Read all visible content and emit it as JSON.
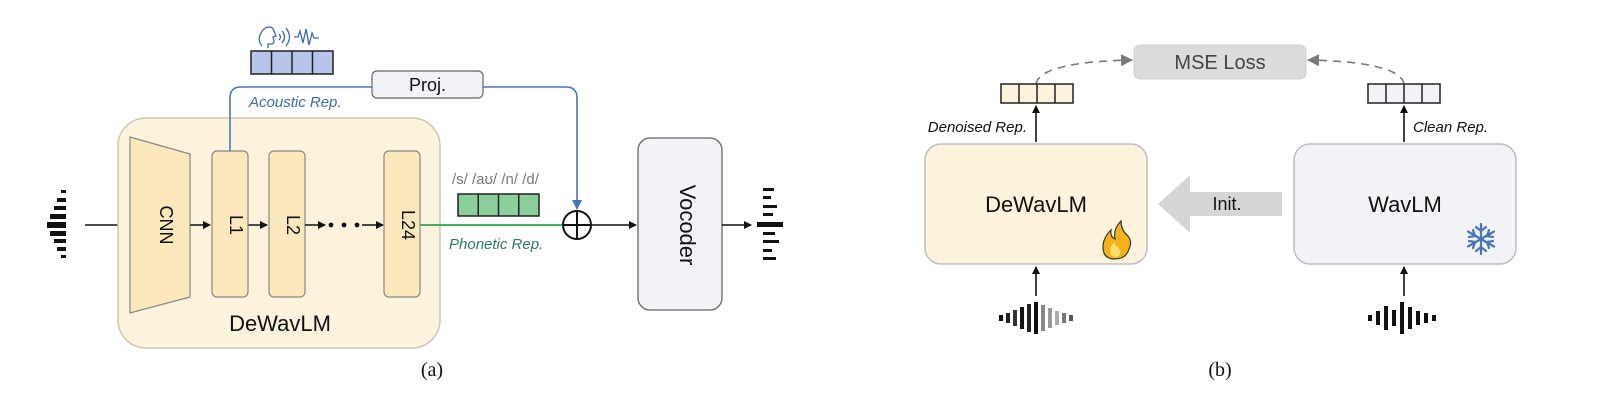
{
  "panel_a": {
    "caption": "(a)",
    "container_label": "DeWavLM",
    "cnn_label": "CNN",
    "layers": [
      "L1",
      "L2",
      "L24"
    ],
    "proj_label": "Proj.",
    "acoustic_label": "Acoustic Rep.",
    "phonetic_label": "Phonetic Rep.",
    "phonemes": "/s/ /aʊ/ /n/ /d/",
    "vocoder_label": "Vocoder",
    "colors": {
      "acoustic": "#4a74b8",
      "phonetic": "#2aa84a",
      "container": "#fcf3dc"
    }
  },
  "panel_b": {
    "caption": "(b)",
    "mse_label": "MSE Loss",
    "student_label": "DeWavLM",
    "teacher_label": "WavLM",
    "init_label": "Init.",
    "denoised_label": "Denoised Rep.",
    "clean_label": "Clean Rep.",
    "icons": {
      "student": "fire-icon",
      "teacher": "snowflake-icon"
    }
  }
}
